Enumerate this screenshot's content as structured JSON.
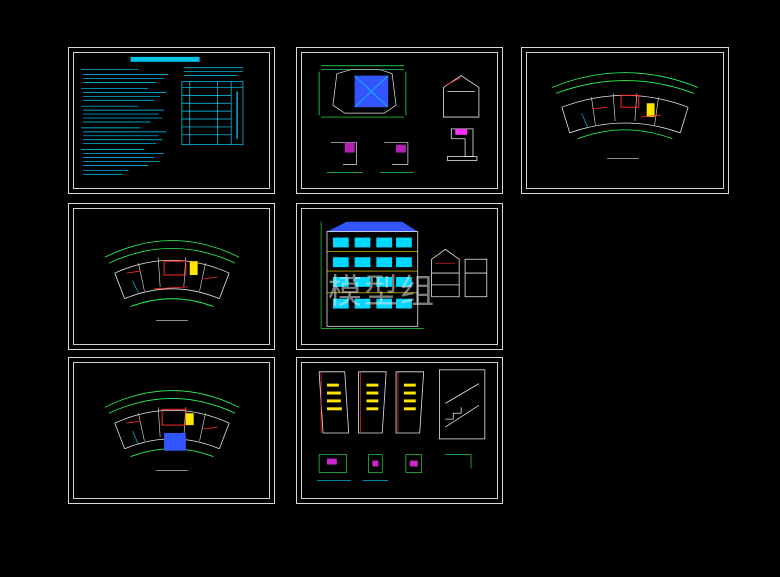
{
  "colors": {
    "background": "#000000",
    "sheet_border": "#d8d8d8",
    "cad_cyan": "#00d8ff",
    "cad_green": "#2bff5a",
    "cad_red": "#ff2a2a",
    "cad_yellow": "#ffe600",
    "cad_blue": "#3355ff",
    "cad_white": "#e8e8e8",
    "cad_magenta": "#ff30ff"
  },
  "sheets": [
    {
      "id": "sheet-design-notes",
      "icon": "notes-sheet-icon"
    },
    {
      "id": "sheet-roof-details",
      "icon": "roof-detail-icon"
    },
    {
      "id": "sheet-floor-plan-top",
      "icon": "curved-floor-plan-icon"
    },
    {
      "id": "sheet-floor-plan-middle",
      "icon": "curved-floor-plan-icon"
    },
    {
      "id": "sheet-elevations",
      "icon": "building-elevation-icon"
    },
    {
      "id": "sheet-floor-plan-ground",
      "icon": "curved-floor-plan-icon"
    },
    {
      "id": "sheet-stair-details",
      "icon": "stair-detail-icon"
    }
  ],
  "watermark": {
    "text": "模型组"
  }
}
